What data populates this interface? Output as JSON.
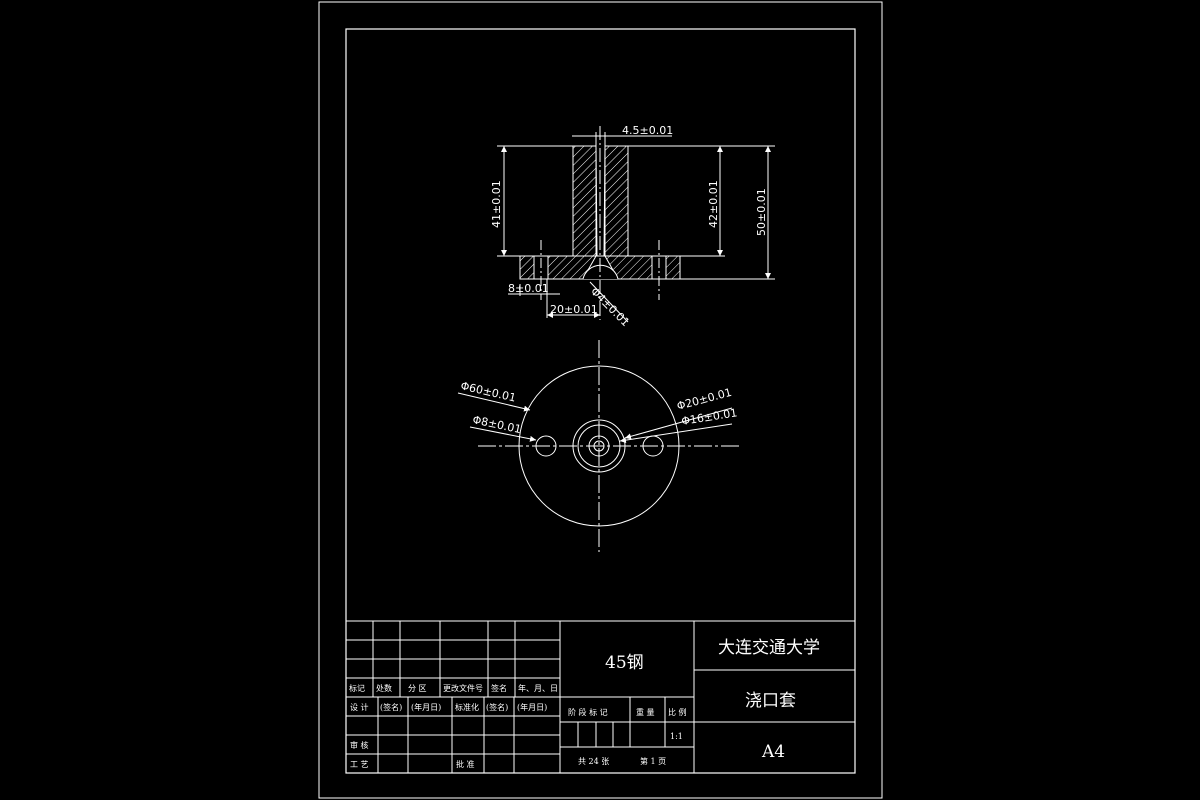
{
  "colors": {
    "background": "#000000",
    "lines": "#ffffff"
  },
  "front_view": {
    "dims": {
      "hole_width": "4.5±0.01",
      "height_41": "41±0.01",
      "height_42": "42±0.01",
      "height_50": "50±0.01",
      "depth_8": "8±0.01",
      "width_20": "20±0.01",
      "dia_4": "Φ4±0.01"
    }
  },
  "top_view": {
    "dims": {
      "dia_60": "Φ60±0.01",
      "dia_8": "Φ8±0.01",
      "dia_20": "Φ20±0.01",
      "dia_16": "Φ16±0.01"
    }
  },
  "title_block": {
    "material": "45钢",
    "university": "大连交通大学",
    "part_name": "浇口套",
    "sheet_size": "A4",
    "scale": "1:1",
    "rev_row": [
      "标记",
      "处数",
      "分 区",
      "更改文件号",
      "签名",
      "年、月、日"
    ],
    "design_row": [
      "设 计",
      "(签名)",
      "(年月日)",
      "标准化",
      "(签名)",
      "(年月日)"
    ],
    "stage_headers": [
      "阶 段 标 记",
      "重 量",
      "比 例"
    ],
    "review": "审 核",
    "process": "工 艺",
    "approve": "批 准",
    "sheets_total": "共 24 张",
    "sheet_no": "第 1 页"
  }
}
